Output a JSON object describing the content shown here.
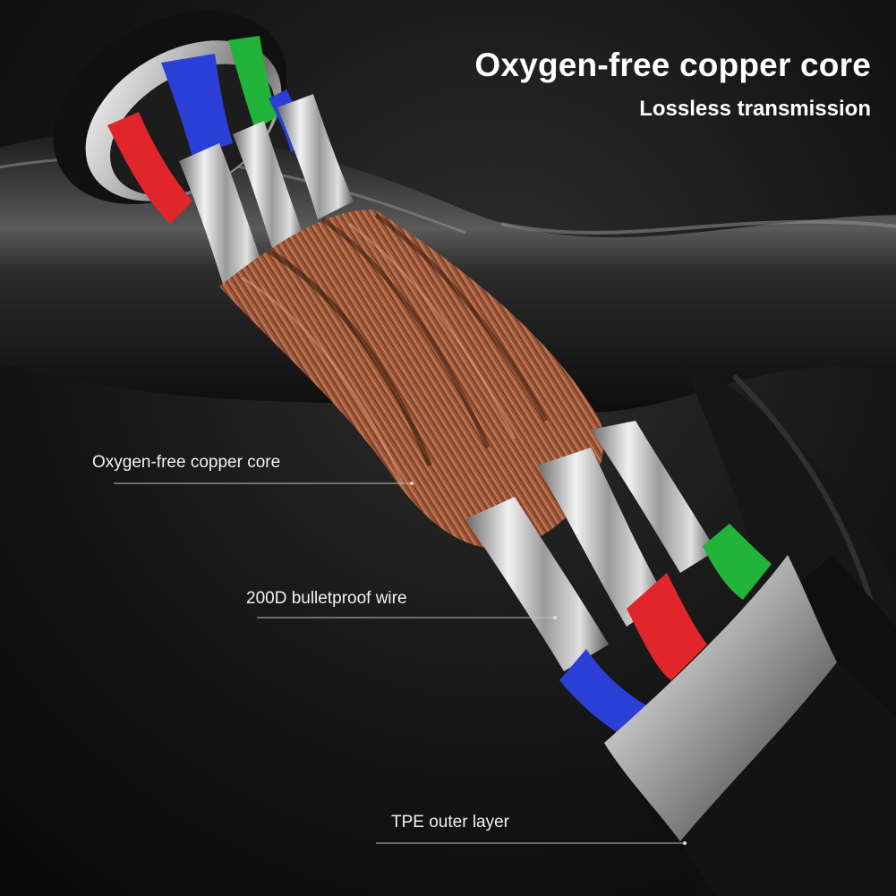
{
  "headline": {
    "title": "Oxygen-free copper core",
    "subtitle": "Lossless transmission"
  },
  "callouts": [
    {
      "label": "Oxygen-free copper core"
    },
    {
      "label": "200D bulletproof wire"
    },
    {
      "label": "TPE outer layer"
    }
  ],
  "colors": {
    "background": "#0c0c0c",
    "copper": "#b5643f",
    "silver": "#c9c9c9",
    "insulation_red": "#e0262a",
    "insulation_blue": "#2a3fd6",
    "insulation_green": "#22b43a",
    "text": "#ffffff"
  }
}
